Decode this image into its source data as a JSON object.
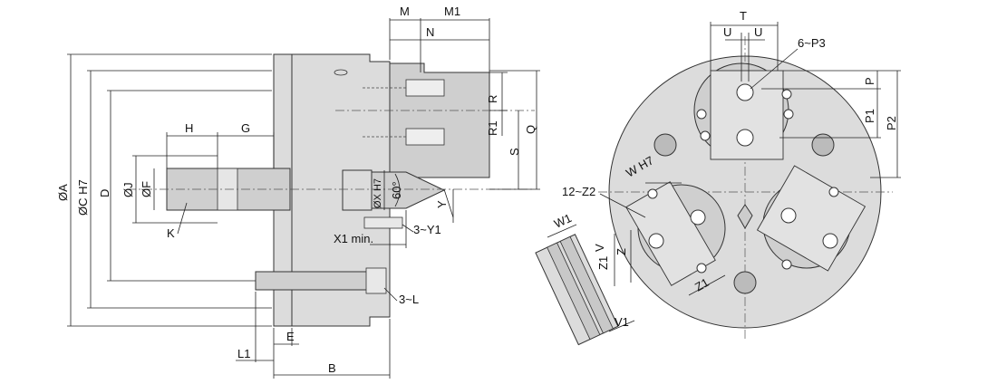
{
  "labels": {
    "M": "M",
    "M1": "M1",
    "N": "N",
    "R": "R",
    "R1": "R1",
    "Q": "Q",
    "S": "S",
    "H": "H",
    "G": "G",
    "phiA": "ØA",
    "phiC": "ØC H7",
    "D": "D",
    "phiJ": "ØJ",
    "phiF": "ØF",
    "K": "K",
    "phiX": "ØX H7",
    "angle": "60°",
    "Y": "Y",
    "X1": "X1 min.",
    "Y3": "3~Y1",
    "L3": "3~L",
    "L1": "L1",
    "E": "E",
    "B": "B",
    "T": "T",
    "U1": "U",
    "U2": "U",
    "P3": "6~P3",
    "P": "P",
    "P1": "P1",
    "P2": "P2",
    "WH7": "W H7",
    "Z2": "12~Z2",
    "W1": "W1",
    "V": "V",
    "Z": "Z",
    "Z1": "Z1",
    "Z1b": "Z1",
    "V1": "V1"
  },
  "colors": {
    "body": "#dcdcdc",
    "line": "#333333"
  }
}
